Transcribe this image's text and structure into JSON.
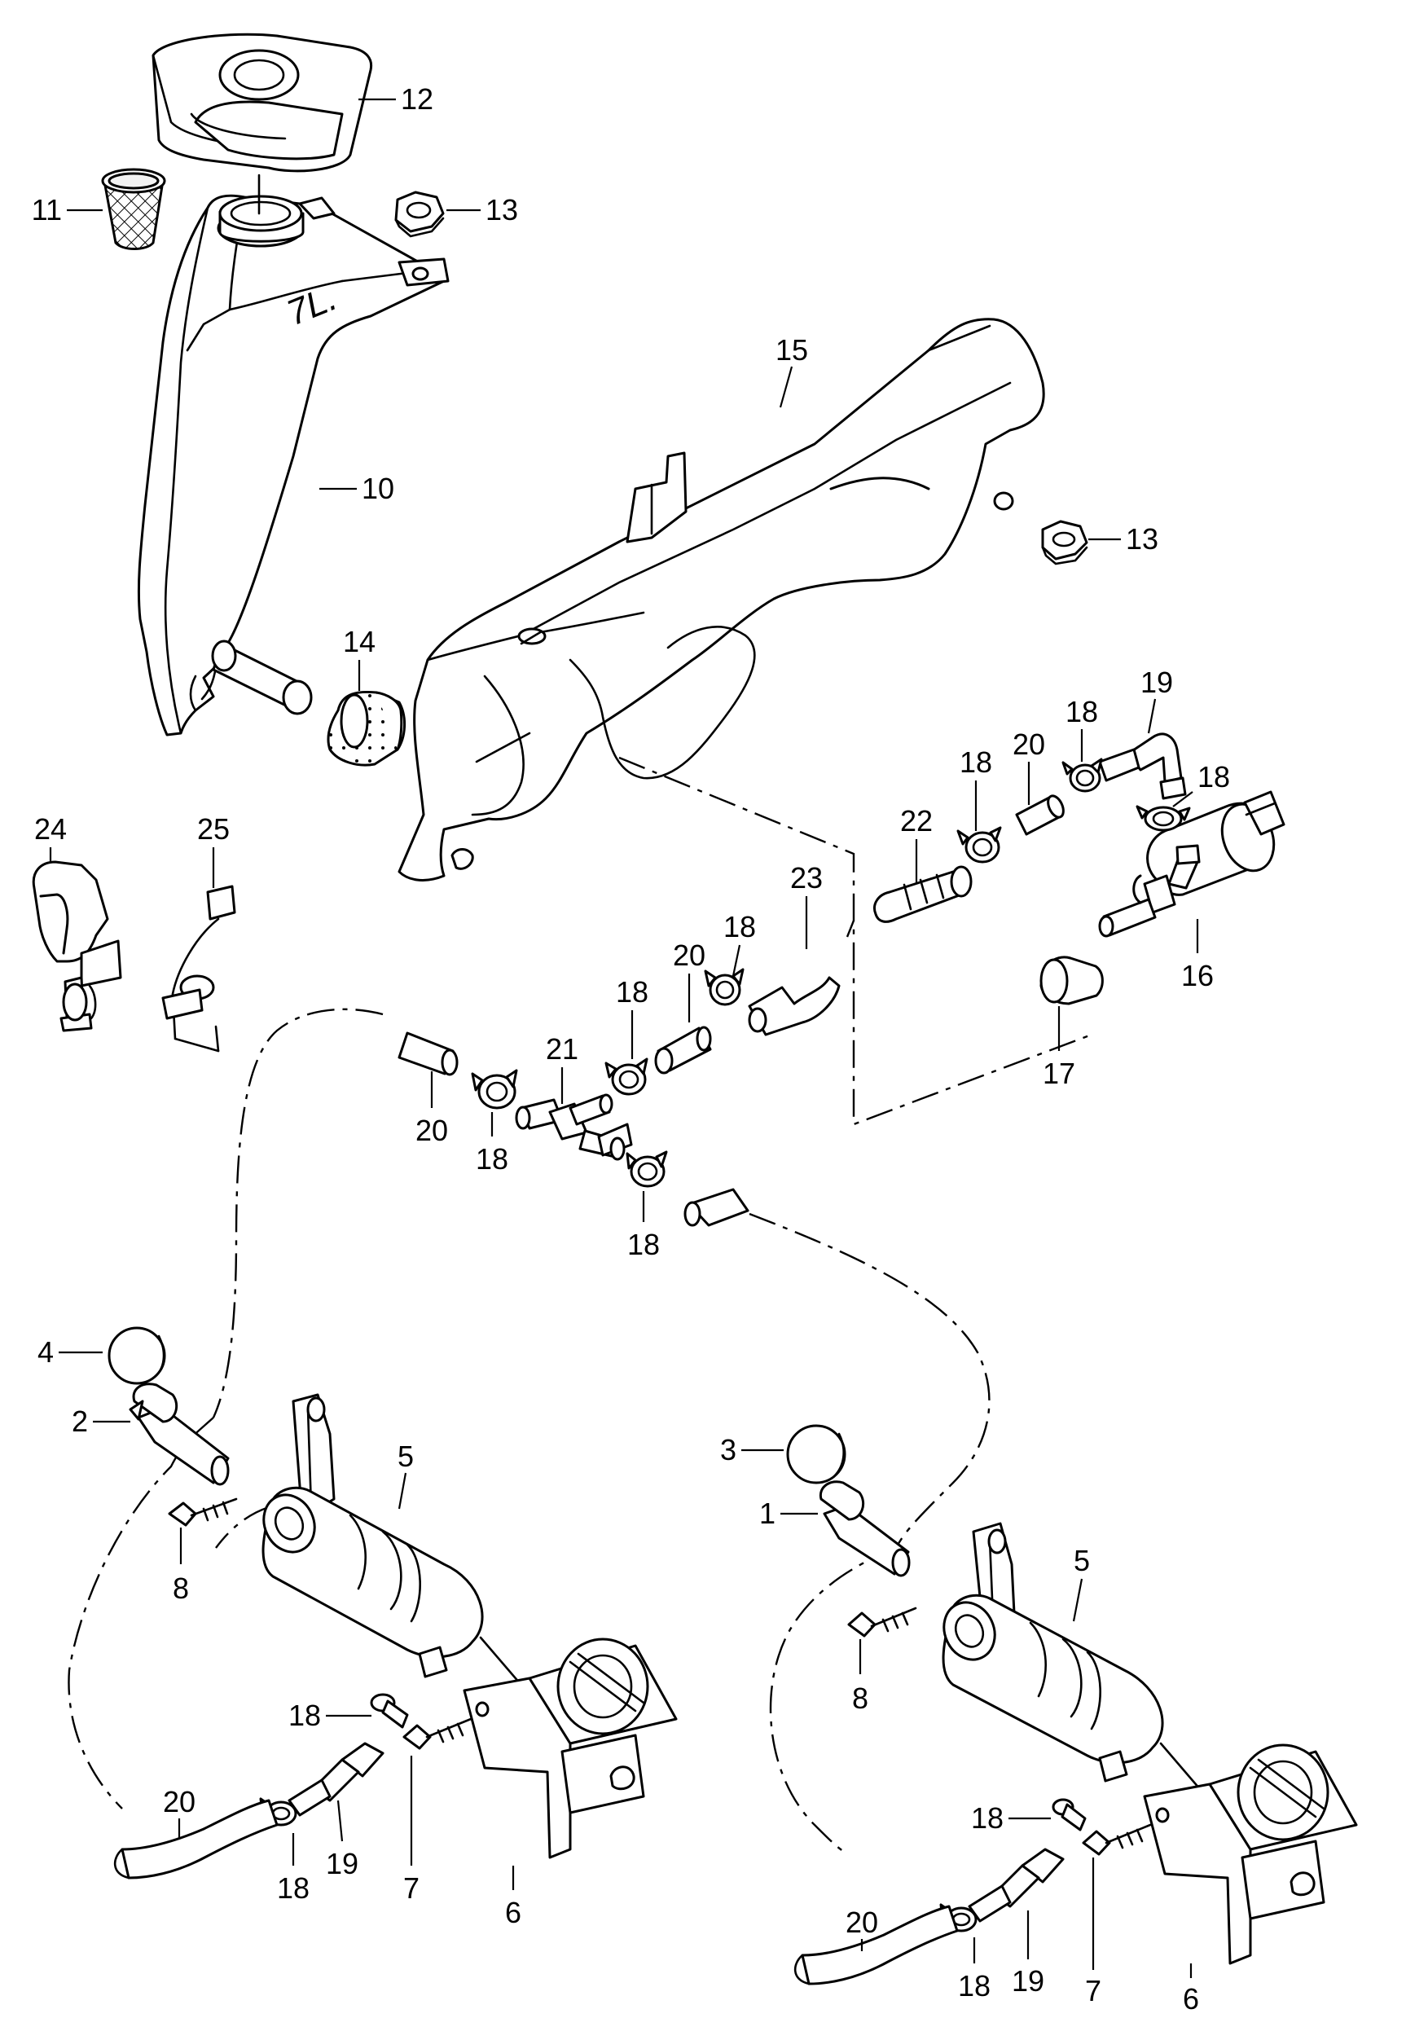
{
  "diagram": {
    "callouts": [
      {
        "id": "c12",
        "text": "12"
      },
      {
        "id": "c11",
        "text": "11"
      },
      {
        "id": "c13a",
        "text": "13"
      },
      {
        "id": "c10",
        "text": "10"
      },
      {
        "id": "c14",
        "text": "14"
      },
      {
        "id": "c15",
        "text": "15"
      },
      {
        "id": "c13b",
        "text": "13"
      },
      {
        "id": "c19a",
        "text": "19"
      },
      {
        "id": "c18a",
        "text": "18"
      },
      {
        "id": "c20a",
        "text": "20"
      },
      {
        "id": "c18b",
        "text": "18"
      },
      {
        "id": "c18c",
        "text": "18"
      },
      {
        "id": "c22",
        "text": "22"
      },
      {
        "id": "c24",
        "text": "24"
      },
      {
        "id": "c25",
        "text": "25"
      },
      {
        "id": "c16",
        "text": "16"
      },
      {
        "id": "c23",
        "text": "23"
      },
      {
        "id": "c18d",
        "text": "18"
      },
      {
        "id": "c20b",
        "text": "20"
      },
      {
        "id": "c18e",
        "text": "18"
      },
      {
        "id": "c21",
        "text": "21"
      },
      {
        "id": "c17",
        "text": "17"
      },
      {
        "id": "c20c",
        "text": "20"
      },
      {
        "id": "c18f",
        "text": "18"
      },
      {
        "id": "c18g",
        "text": "18"
      },
      {
        "id": "c4",
        "text": "4"
      },
      {
        "id": "c2",
        "text": "2"
      },
      {
        "id": "c5a",
        "text": "5"
      },
      {
        "id": "c8a",
        "text": "8"
      },
      {
        "id": "c3",
        "text": "3"
      },
      {
        "id": "c1",
        "text": "1"
      },
      {
        "id": "c5b",
        "text": "5"
      },
      {
        "id": "c8b",
        "text": "8"
      },
      {
        "id": "c18h",
        "text": "18"
      },
      {
        "id": "c20d",
        "text": "20"
      },
      {
        "id": "c18i",
        "text": "18"
      },
      {
        "id": "c19b",
        "text": "19"
      },
      {
        "id": "c7a",
        "text": "7"
      },
      {
        "id": "c6a",
        "text": "6"
      },
      {
        "id": "c18j",
        "text": "18"
      },
      {
        "id": "c20e",
        "text": "20"
      },
      {
        "id": "c18k",
        "text": "18"
      },
      {
        "id": "c19c",
        "text": "19"
      },
      {
        "id": "c7b",
        "text": "7"
      },
      {
        "id": "c6b",
        "text": "6"
      }
    ],
    "tank_marking": "7L."
  }
}
